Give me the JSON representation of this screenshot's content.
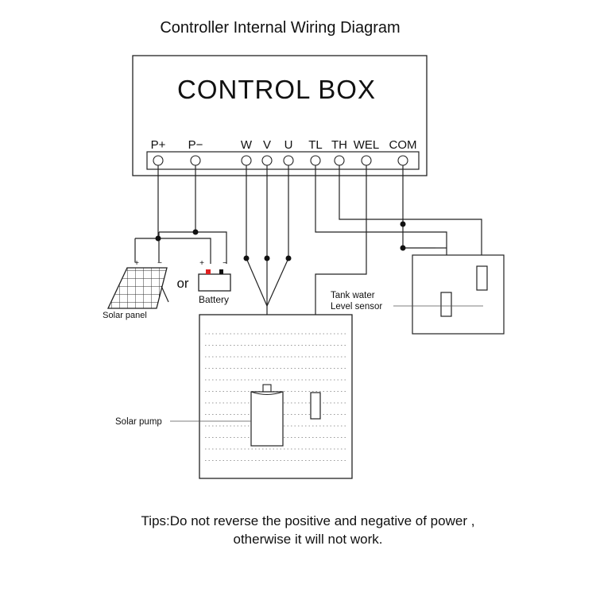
{
  "title": "Controller Internal Wiring Diagram",
  "control_box": {
    "label": "CONTROL BOX",
    "terminals": [
      "P+",
      "P−",
      "W",
      "V",
      "U",
      "TL",
      "TH",
      "WEL",
      "COM"
    ]
  },
  "labels": {
    "solar_panel": "Solar panel",
    "or": "or",
    "battery": "Battery",
    "tank_sensor_line1": "Tank water",
    "tank_sensor_line2": "Level sensor",
    "solar_pump": "Solar pump",
    "plus": "+",
    "minus": "−"
  },
  "tips": {
    "line1": "Tips:Do not reverse the positive and negative of power ,",
    "line2": "otherwise it will not work."
  },
  "colors": {
    "line": "#222222",
    "battery_red": "#e02020",
    "battery_black": "#111111",
    "water_dots": "#9a9a9a"
  }
}
